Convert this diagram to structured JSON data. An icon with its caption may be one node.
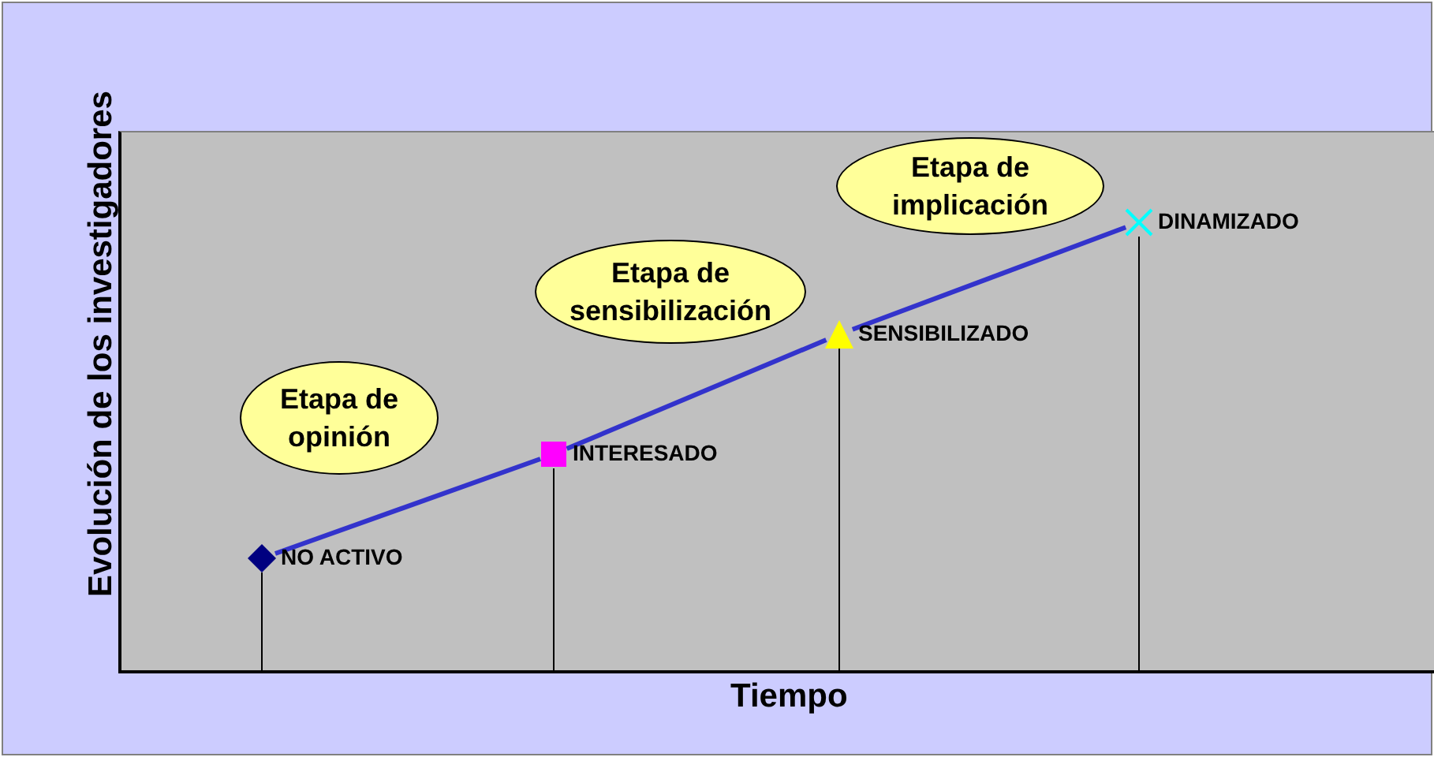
{
  "diagram": {
    "nodes": [
      {
        "text": [
          "Etapa de opinión"
        ]
      },
      {
        "text": [
          "Etapa de sensibilización"
        ]
      },
      {
        "text": [
          "Etapa de implicación"
        ]
      },
      {
        "text": [],
        "shape": "diamond",
        "beside": [
          "NO ACTIVO"
        ]
      },
      {
        "text": [],
        "shape": "box",
        "beside": [
          "INTERESADO"
        ]
      },
      {
        "text": [],
        "shape": "triangle",
        "beside": [
          "SENSIBILIZADO"
        ]
      },
      {
        "text": [],
        "shape": "cross",
        "beside": [
          "DINAMIZADO"
        ]
      }
    ],
    "edges": [
      {
        "from": 3,
        "to": 4,
        "arrow": "none"
      },
      {
        "from": 4,
        "to": 5,
        "arrow": "none"
      },
      {
        "from": 5,
        "to": 6,
        "arrow": "none"
      }
    ],
    "labels": [
      "Evolución de los investigadores",
      "Tiempo"
    ]
  }
}
